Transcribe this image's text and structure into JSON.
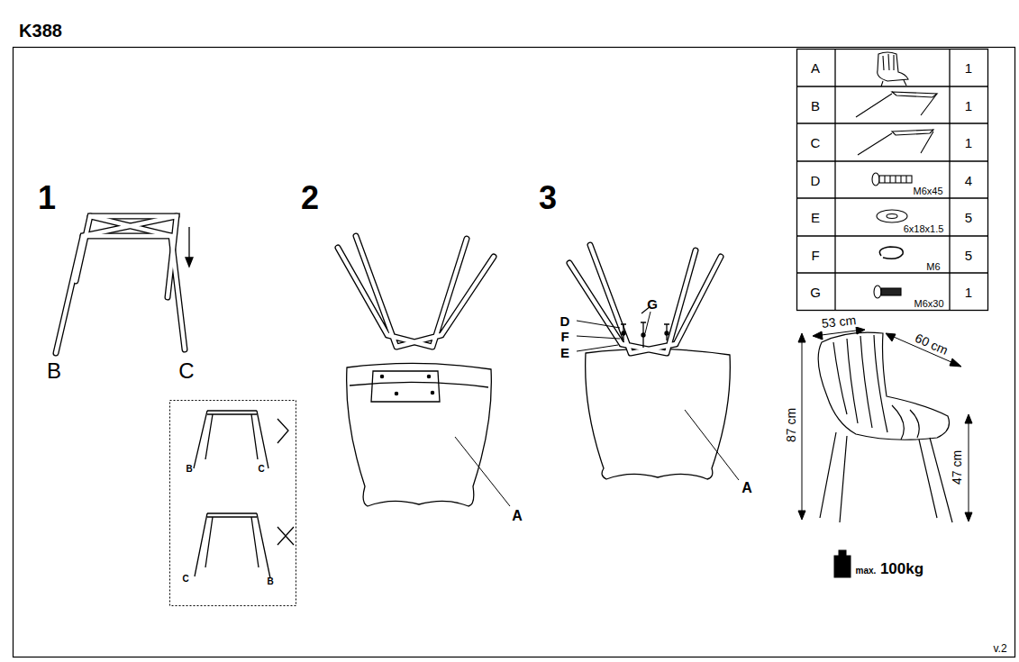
{
  "diagram": {
    "title": "K388",
    "labels": [
      "1",
      "2",
      "3",
      "B",
      "C",
      "B",
      "C",
      "C",
      "B",
      "A",
      "D",
      "G",
      "F",
      "E",
      "A",
      "A",
      "1",
      "B",
      "1",
      "C",
      "1",
      "D",
      "M6x45",
      "4",
      "E",
      "6x18x1.5",
      "5",
      "F",
      "M6",
      "5",
      "G",
      "M6x30",
      "1",
      "53 cm",
      "60 cm",
      "87 cm",
      "47 cm",
      "max.",
      "100kg",
      "v.2"
    ]
  }
}
